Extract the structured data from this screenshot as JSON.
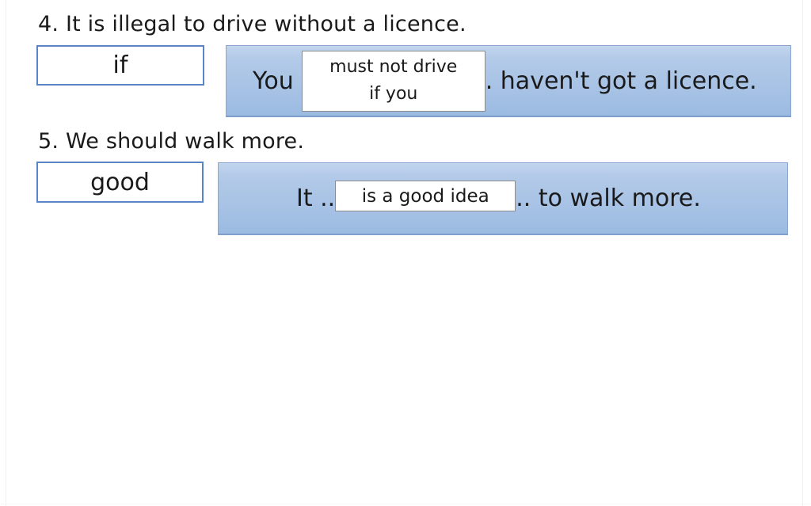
{
  "item4": {
    "title": "4. It is illegal to drive without a licence.",
    "keyword": "if",
    "sentence_prefix": "You",
    "answer_line1": "must not drive",
    "answer_line2": "if you",
    "sentence_suffix": ". haven't got a licence."
  },
  "item5": {
    "title": "5. We should walk more.",
    "keyword": "good",
    "sentence_prefix": "It ..",
    "answer": "is a good idea",
    "sentence_suffix": ".. to walk more."
  },
  "colors": {
    "strip_fill_top": "#bdd1ec",
    "strip_fill_bottom": "#9bbae1",
    "strip_border": "#89a6d0",
    "keyword_box_border": "#5b84c6",
    "answer_box_border": "#8c8c8c",
    "text": "#1a1a1a",
    "background": "#ffffff"
  }
}
